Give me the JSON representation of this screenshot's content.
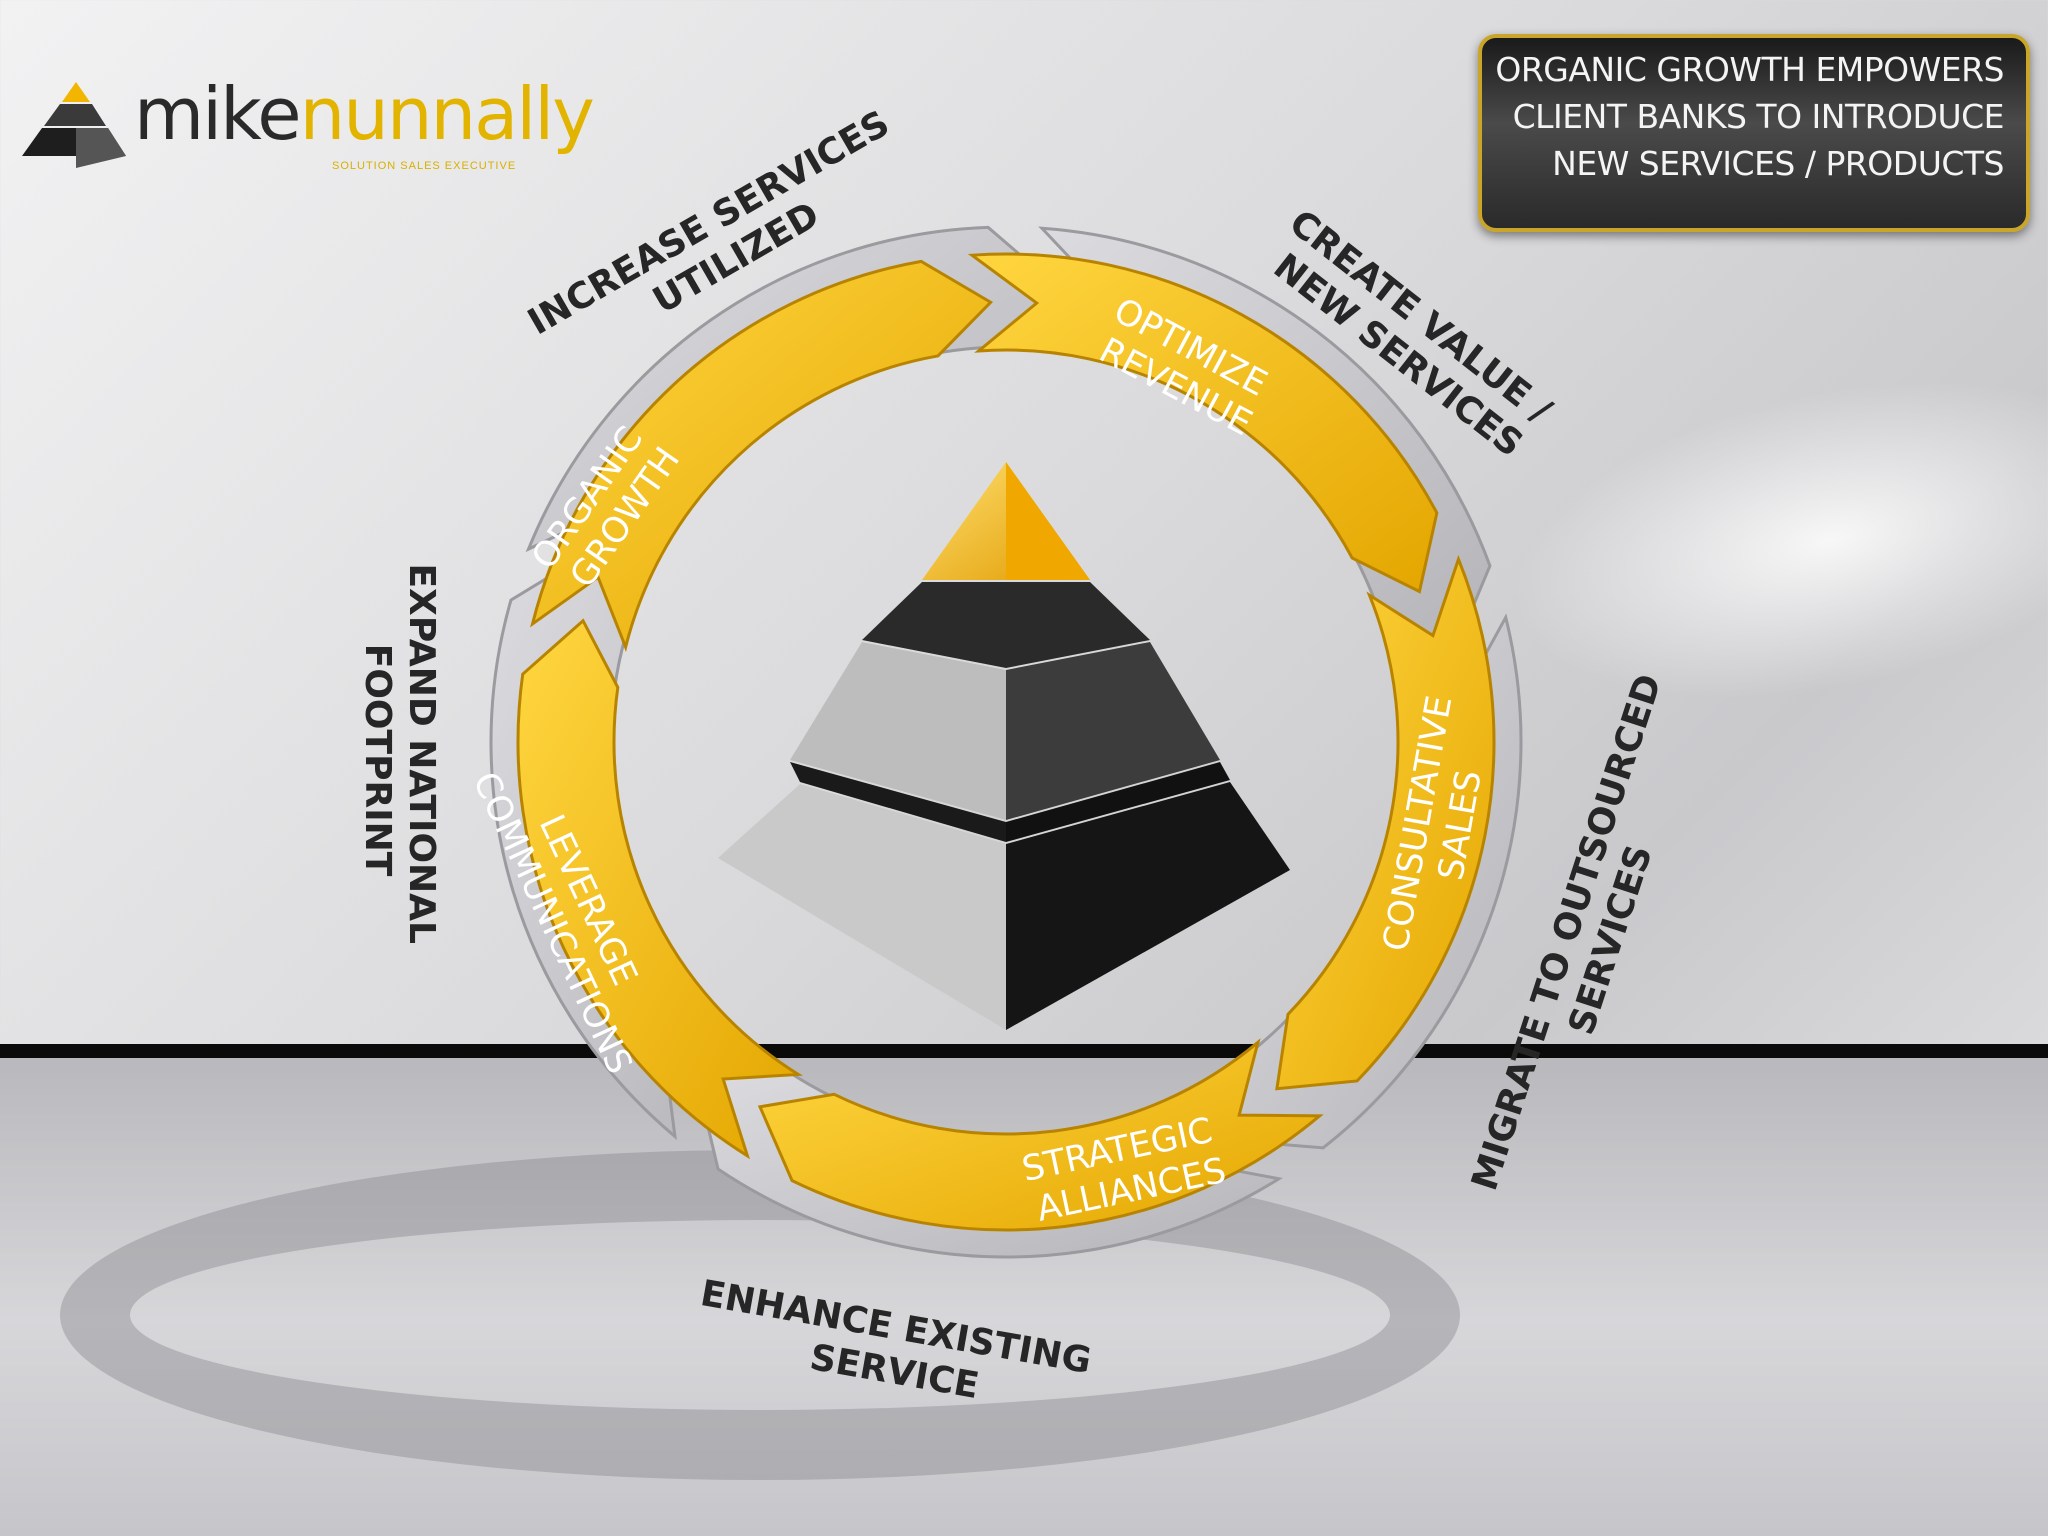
{
  "logo": {
    "first_name": "mike",
    "last_name": "nunnally",
    "tagline": "SOLUTION SALES EXECUTIVE"
  },
  "callout": {
    "text": "ORGANIC GROWTH EMPOWERS CLIENT BANKS TO INTRODUCE NEW SERVICES / PRODUCTS"
  },
  "outer_cycle": [
    {
      "line1": "INCREASE  SERVICES",
      "line2": "UTILIZED"
    },
    {
      "line1": "CREATE VALUE /",
      "line2": "NEW SERVICES"
    },
    {
      "line1": "MIGRATE TO OUTSOURCED",
      "line2": "SERVICES"
    },
    {
      "line1": "ENHANCE EXISTING",
      "line2": "SERVICE"
    },
    {
      "line1": "EXPAND NATIONAL",
      "line2": "FOOTPRINT"
    }
  ],
  "inner_cycle": [
    {
      "line1": "ORGANIC",
      "line2": "GROWTH"
    },
    {
      "line1": "OPTIMIZE",
      "line2": "REVENUE"
    },
    {
      "line1": "CONSULTATIVE",
      "line2": "SALES"
    },
    {
      "line1": "STRATEGIC",
      "line2": "ALLIANCES"
    },
    {
      "line1": "LEVERAGE",
      "line2": "COMMUNICATIONS"
    }
  ],
  "colors": {
    "outer_ring": "#c8c8cc",
    "inner_ring": "#f2b900",
    "callout_border": "#c9a62a",
    "pyramid_top": "#f5b800"
  }
}
